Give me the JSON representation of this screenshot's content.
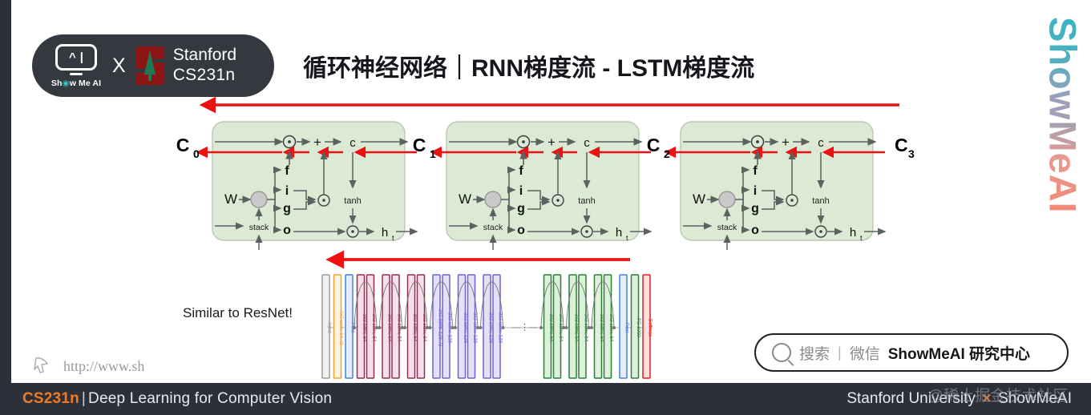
{
  "header": {
    "badge": {
      "brand_name": "Show Me AI",
      "brand_prefix": "Sh",
      "brand_mid": "w Me AI",
      "separator": "X",
      "school_line1": "Stanford",
      "school_line2": "CS231n"
    },
    "title": "循环神经网络｜RNN梯度流 - LSTM梯度流"
  },
  "brand_vertical": "ShowMeAI",
  "diagram": {
    "caption": "Similar to ResNet!",
    "cell_state_labels": [
      "C",
      "C",
      "C",
      "C"
    ],
    "cell_state_subscripts": [
      "0",
      "1",
      "2",
      "3"
    ],
    "gates": [
      "f",
      "i",
      "g",
      "o"
    ],
    "node_labels": {
      "weight": "W",
      "stack": "stack",
      "tanh": "tanh",
      "cell": "c",
      "hidden": "h",
      "hidden_sub": "t",
      "mult": "⊙",
      "add": "+"
    },
    "resnet": {
      "blocks": [
        {
          "label": "Input",
          "color": "#9b9b9b",
          "fill": "#f2f2f2",
          "w": 9
        },
        {
          "label": "7x7 conv, 64, /2",
          "color": "#f0a22e",
          "fill": "#fdf3e0",
          "w": 9
        },
        {
          "label": "Pool",
          "color": "#4a7fd6",
          "fill": "#e4edfb",
          "w": 9
        },
        {
          "label": "3x3 conv, 64",
          "color": "#8e2f56",
          "fill": "#f7dfe9",
          "w": 9
        },
        {
          "label": "3x3 conv, 64",
          "color": "#8e2f56",
          "fill": "#f7dfe9",
          "w": 9
        },
        {
          "label": "3x3 conv, 64",
          "color": "#8e2f56",
          "fill": "#f7dfe9",
          "w": 9
        },
        {
          "label": "3x3 conv, 64",
          "color": "#8e2f56",
          "fill": "#f7dfe9",
          "w": 9
        },
        {
          "label": "3x3 conv, 64",
          "color": "#8e2f56",
          "fill": "#f7dfe9",
          "w": 9
        },
        {
          "label": "3x3 conv, 64",
          "color": "#8e2f56",
          "fill": "#f7dfe9",
          "w": 9
        },
        {
          "label": "3x3 conv, 128, /2",
          "color": "#6f63cf",
          "fill": "#e4e1f7",
          "w": 9
        },
        {
          "label": "3x3 conv, 128",
          "color": "#6f63cf",
          "fill": "#e4e1f7",
          "w": 9
        },
        {
          "label": "3x3 conv, 128",
          "color": "#6f63cf",
          "fill": "#e4e1f7",
          "w": 9
        },
        {
          "label": "3x3 conv, 128",
          "color": "#6f63cf",
          "fill": "#e4e1f7",
          "w": 9
        },
        {
          "label": "3x3 conv, 128",
          "color": "#6f63cf",
          "fill": "#e4e1f7",
          "w": 9
        },
        {
          "label": "3x3 conv, 128",
          "color": "#6f63cf",
          "fill": "#e4e1f7",
          "w": 9
        },
        {
          "label": "3x3 conv, 64",
          "color": "#2e7d32",
          "fill": "#ddefdd",
          "w": 9
        },
        {
          "label": "3x3 conv, 64",
          "color": "#2e7d32",
          "fill": "#ddefdd",
          "w": 9
        },
        {
          "label": "3x3 conv, 64",
          "color": "#2e7d32",
          "fill": "#ddefdd",
          "w": 9
        },
        {
          "label": "3x3 conv, 64",
          "color": "#2e7d32",
          "fill": "#ddefdd",
          "w": 9
        },
        {
          "label": "3x3 conv, 64",
          "color": "#2e7d32",
          "fill": "#ddefdd",
          "w": 9
        },
        {
          "label": "3x3 conv, 64",
          "color": "#2e7d32",
          "fill": "#ddefdd",
          "w": 9
        },
        {
          "label": "Pool",
          "color": "#4a7fd6",
          "fill": "#e4edfb",
          "w": 9
        },
        {
          "label": "FC 1000",
          "color": "#2e7d32",
          "fill": "#ddefdd",
          "w": 9
        },
        {
          "label": "Softmax",
          "color": "#e02020",
          "fill": "#fbdede",
          "w": 9
        }
      ],
      "ellipsis": "⋮"
    },
    "colors": {
      "cell_fill": "#dce9d4",
      "cell_border": "#b9c9b0",
      "gradient_arrow": "#ee1111",
      "wire": "#5a6360"
    }
  },
  "search": {
    "placeholder_gray": "搜索",
    "divider": "|",
    "channel": "微信",
    "bold": "ShowMeAI 研究中心",
    "icon": "search-icon"
  },
  "url": {
    "text": "http://www.sh"
  },
  "footer": {
    "course_code": "CS231n",
    "bar": "|",
    "course_name": "Deep Learning for Computer Vision",
    "right_university": "Stanford University",
    "right_x": "✕",
    "right_brand": "ShowMeAI"
  },
  "watermark": "@稀土掘金技术社区"
}
